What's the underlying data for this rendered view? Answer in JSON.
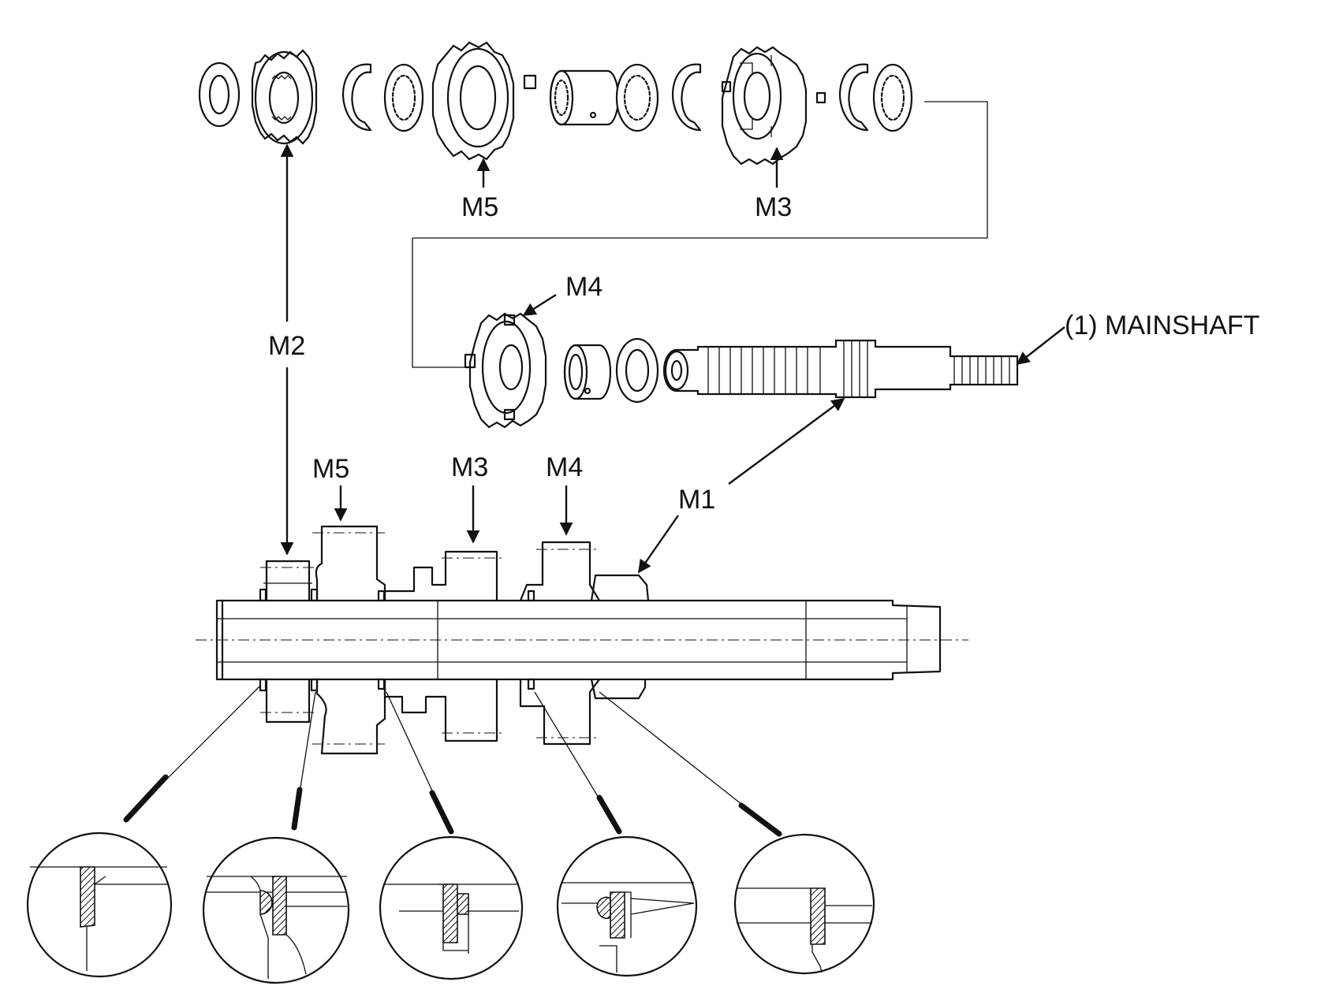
{
  "labels": {
    "m2_top": "M2",
    "m5_top": "M5",
    "m3_top": "M3",
    "m4_top": "M4",
    "mainshaft": "(1) MAINSHAFT",
    "m5_section": "M5",
    "m3_section": "M3",
    "m4_section": "M4",
    "m1_section": "M1"
  }
}
